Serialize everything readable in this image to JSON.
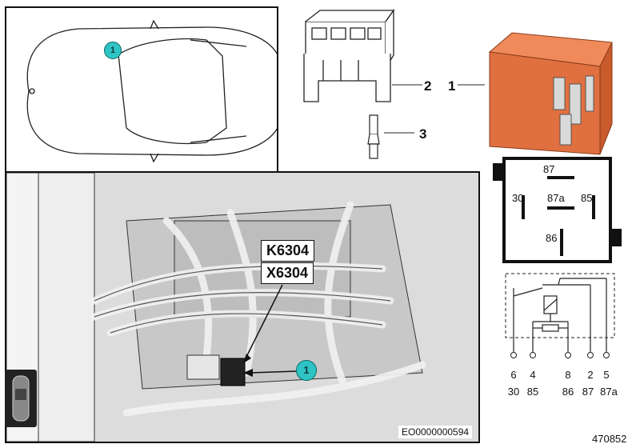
{
  "car_panel": {
    "badge": "1"
  },
  "relay_callouts": {
    "item2": "2",
    "item3": "3",
    "item1": "1"
  },
  "relay_pins": {
    "p87": "87",
    "p30": "30",
    "p87a": "87a",
    "p85": "85",
    "p86": "86"
  },
  "circuit": {
    "pin_numbers": [
      "6",
      "4",
      "8",
      "2",
      "5"
    ],
    "terminals": [
      "30",
      "85",
      "86",
      "87",
      "87a"
    ]
  },
  "photo": {
    "label_top": "K6304",
    "label_bottom": "X6304",
    "badge": "1",
    "doc_id": "EO0000000594"
  },
  "diagram_number": "470852",
  "colors": {
    "relay_orange": "#e07040",
    "badge_teal": "#2ec4c4"
  }
}
